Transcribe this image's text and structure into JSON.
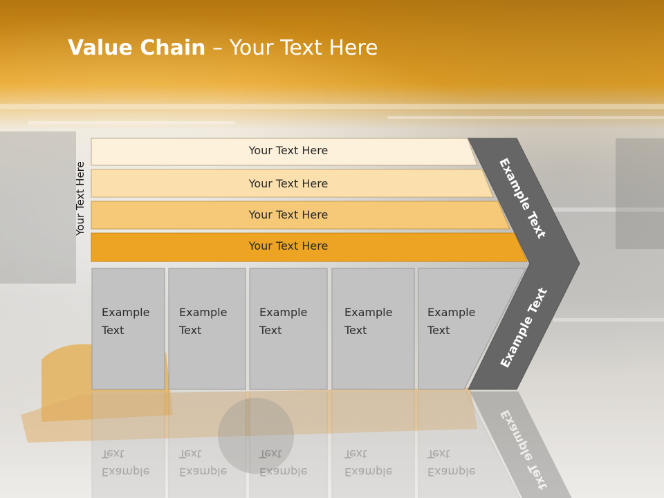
{
  "title": {
    "bold": "Value Chain",
    "rest": " – Your Text Here"
  },
  "side_label": "Your Text Here",
  "rows": [
    {
      "label": "Your Text Here",
      "color": "#fdf1dc"
    },
    {
      "label": "Your Text Here",
      "color": "#fbe0ad"
    },
    {
      "label": "Your Text Here",
      "color": "#f5c978"
    },
    {
      "label": "Your Text Here",
      "color": "#eea423"
    }
  ],
  "columns": [
    {
      "line1": "Example",
      "line2": "Text"
    },
    {
      "line1": "Example",
      "line2": "Text"
    },
    {
      "line1": "Example",
      "line2": "Text"
    },
    {
      "line1": "Example",
      "line2": "Text"
    },
    {
      "line1": "Example",
      "line2": "Text"
    }
  ],
  "chevron": {
    "upper": "Example Text",
    "lower": "Example Text",
    "color": "#666666"
  },
  "colors": {
    "box_fill": "#c2c2c2",
    "box_border": "#9a9a9a",
    "header_orange": "#e9a31e"
  }
}
